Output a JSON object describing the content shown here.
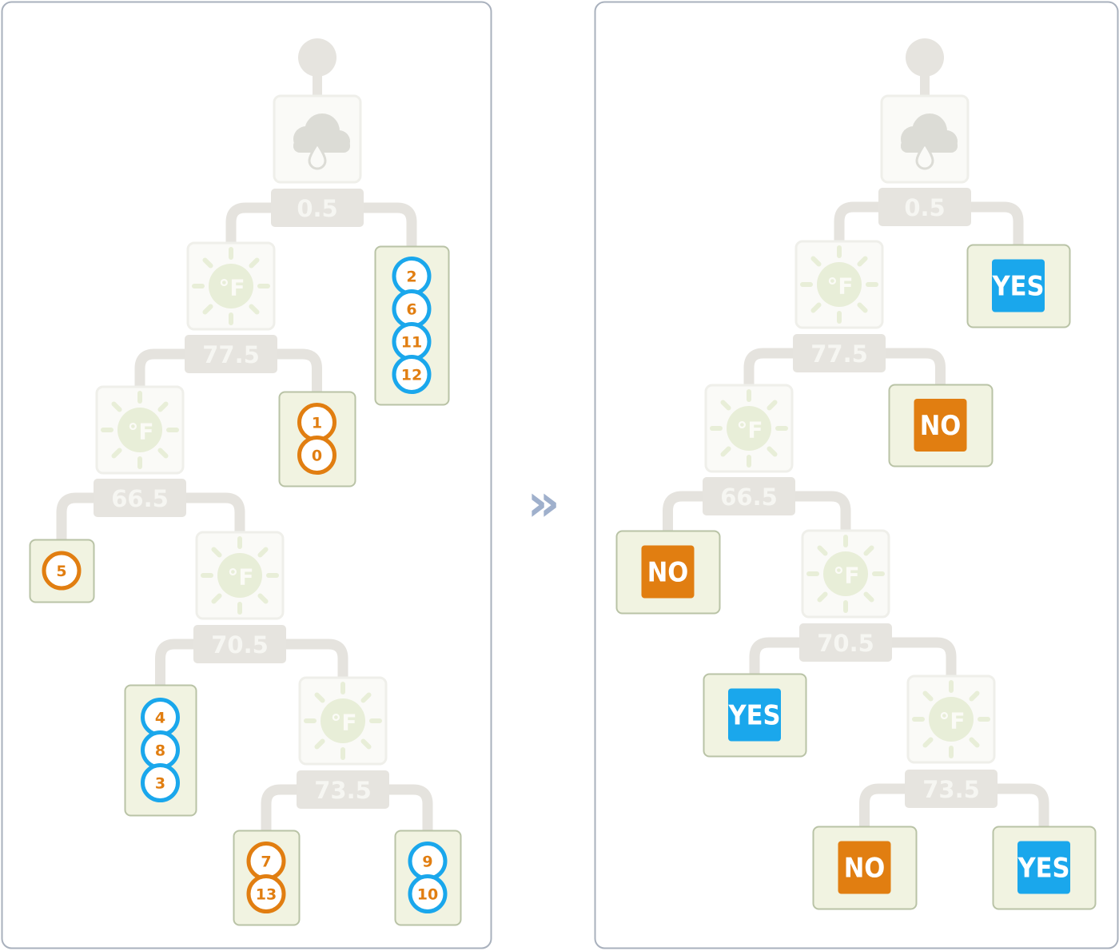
{
  "colors": {
    "panel_border": "#a9b1bd",
    "connector": "#e5e3de",
    "node_box": "#e6e4df",
    "icon_tint": "#e8eed8",
    "leaf_fill": "#f1f3e1",
    "leaf_border": "#b9c3a6",
    "yes": "#1aa7ec",
    "no": "#e17e11",
    "arrow": "#9fb0cc"
  },
  "arrow_icon": "double-chevron-right-icon",
  "left_tree": {
    "root": {
      "icon": "rain-cloud-icon",
      "threshold": "0.5"
    },
    "splits": [
      {
        "icon": "sun-fahrenheit-icon",
        "threshold": "77.5"
      },
      {
        "icon": "sun-fahrenheit-icon",
        "threshold": "66.5"
      },
      {
        "icon": "sun-fahrenheit-icon",
        "threshold": "70.5"
      },
      {
        "icon": "sun-fahrenheit-icon",
        "threshold": "73.5"
      }
    ],
    "leaves": [
      {
        "samples": [
          {
            "label": "2",
            "class": "yes"
          },
          {
            "label": "6",
            "class": "yes"
          },
          {
            "label": "11",
            "class": "yes"
          },
          {
            "label": "12",
            "class": "yes"
          }
        ]
      },
      {
        "samples": [
          {
            "label": "1",
            "class": "no"
          },
          {
            "label": "0",
            "class": "no"
          }
        ]
      },
      {
        "samples": [
          {
            "label": "5",
            "class": "no"
          }
        ]
      },
      {
        "samples": [
          {
            "label": "4",
            "class": "yes"
          },
          {
            "label": "8",
            "class": "yes"
          },
          {
            "label": "3",
            "class": "yes"
          }
        ]
      },
      {
        "samples": [
          {
            "label": "7",
            "class": "no"
          },
          {
            "label": "13",
            "class": "no"
          }
        ]
      },
      {
        "samples": [
          {
            "label": "9",
            "class": "yes"
          },
          {
            "label": "10",
            "class": "yes"
          }
        ]
      }
    ]
  },
  "right_tree": {
    "root": {
      "icon": "rain-cloud-icon",
      "threshold": "0.5"
    },
    "splits": [
      {
        "icon": "sun-fahrenheit-icon",
        "threshold": "77.5"
      },
      {
        "icon": "sun-fahrenheit-icon",
        "threshold": "66.5"
      },
      {
        "icon": "sun-fahrenheit-icon",
        "threshold": "70.5"
      },
      {
        "icon": "sun-fahrenheit-icon",
        "threshold": "73.5"
      }
    ],
    "leaves": [
      {
        "label": "YES",
        "class": "yes"
      },
      {
        "label": "NO",
        "class": "no"
      },
      {
        "label": "NO",
        "class": "no"
      },
      {
        "label": "YES",
        "class": "yes"
      },
      {
        "label": "NO",
        "class": "no"
      },
      {
        "label": "YES",
        "class": "yes"
      }
    ]
  }
}
